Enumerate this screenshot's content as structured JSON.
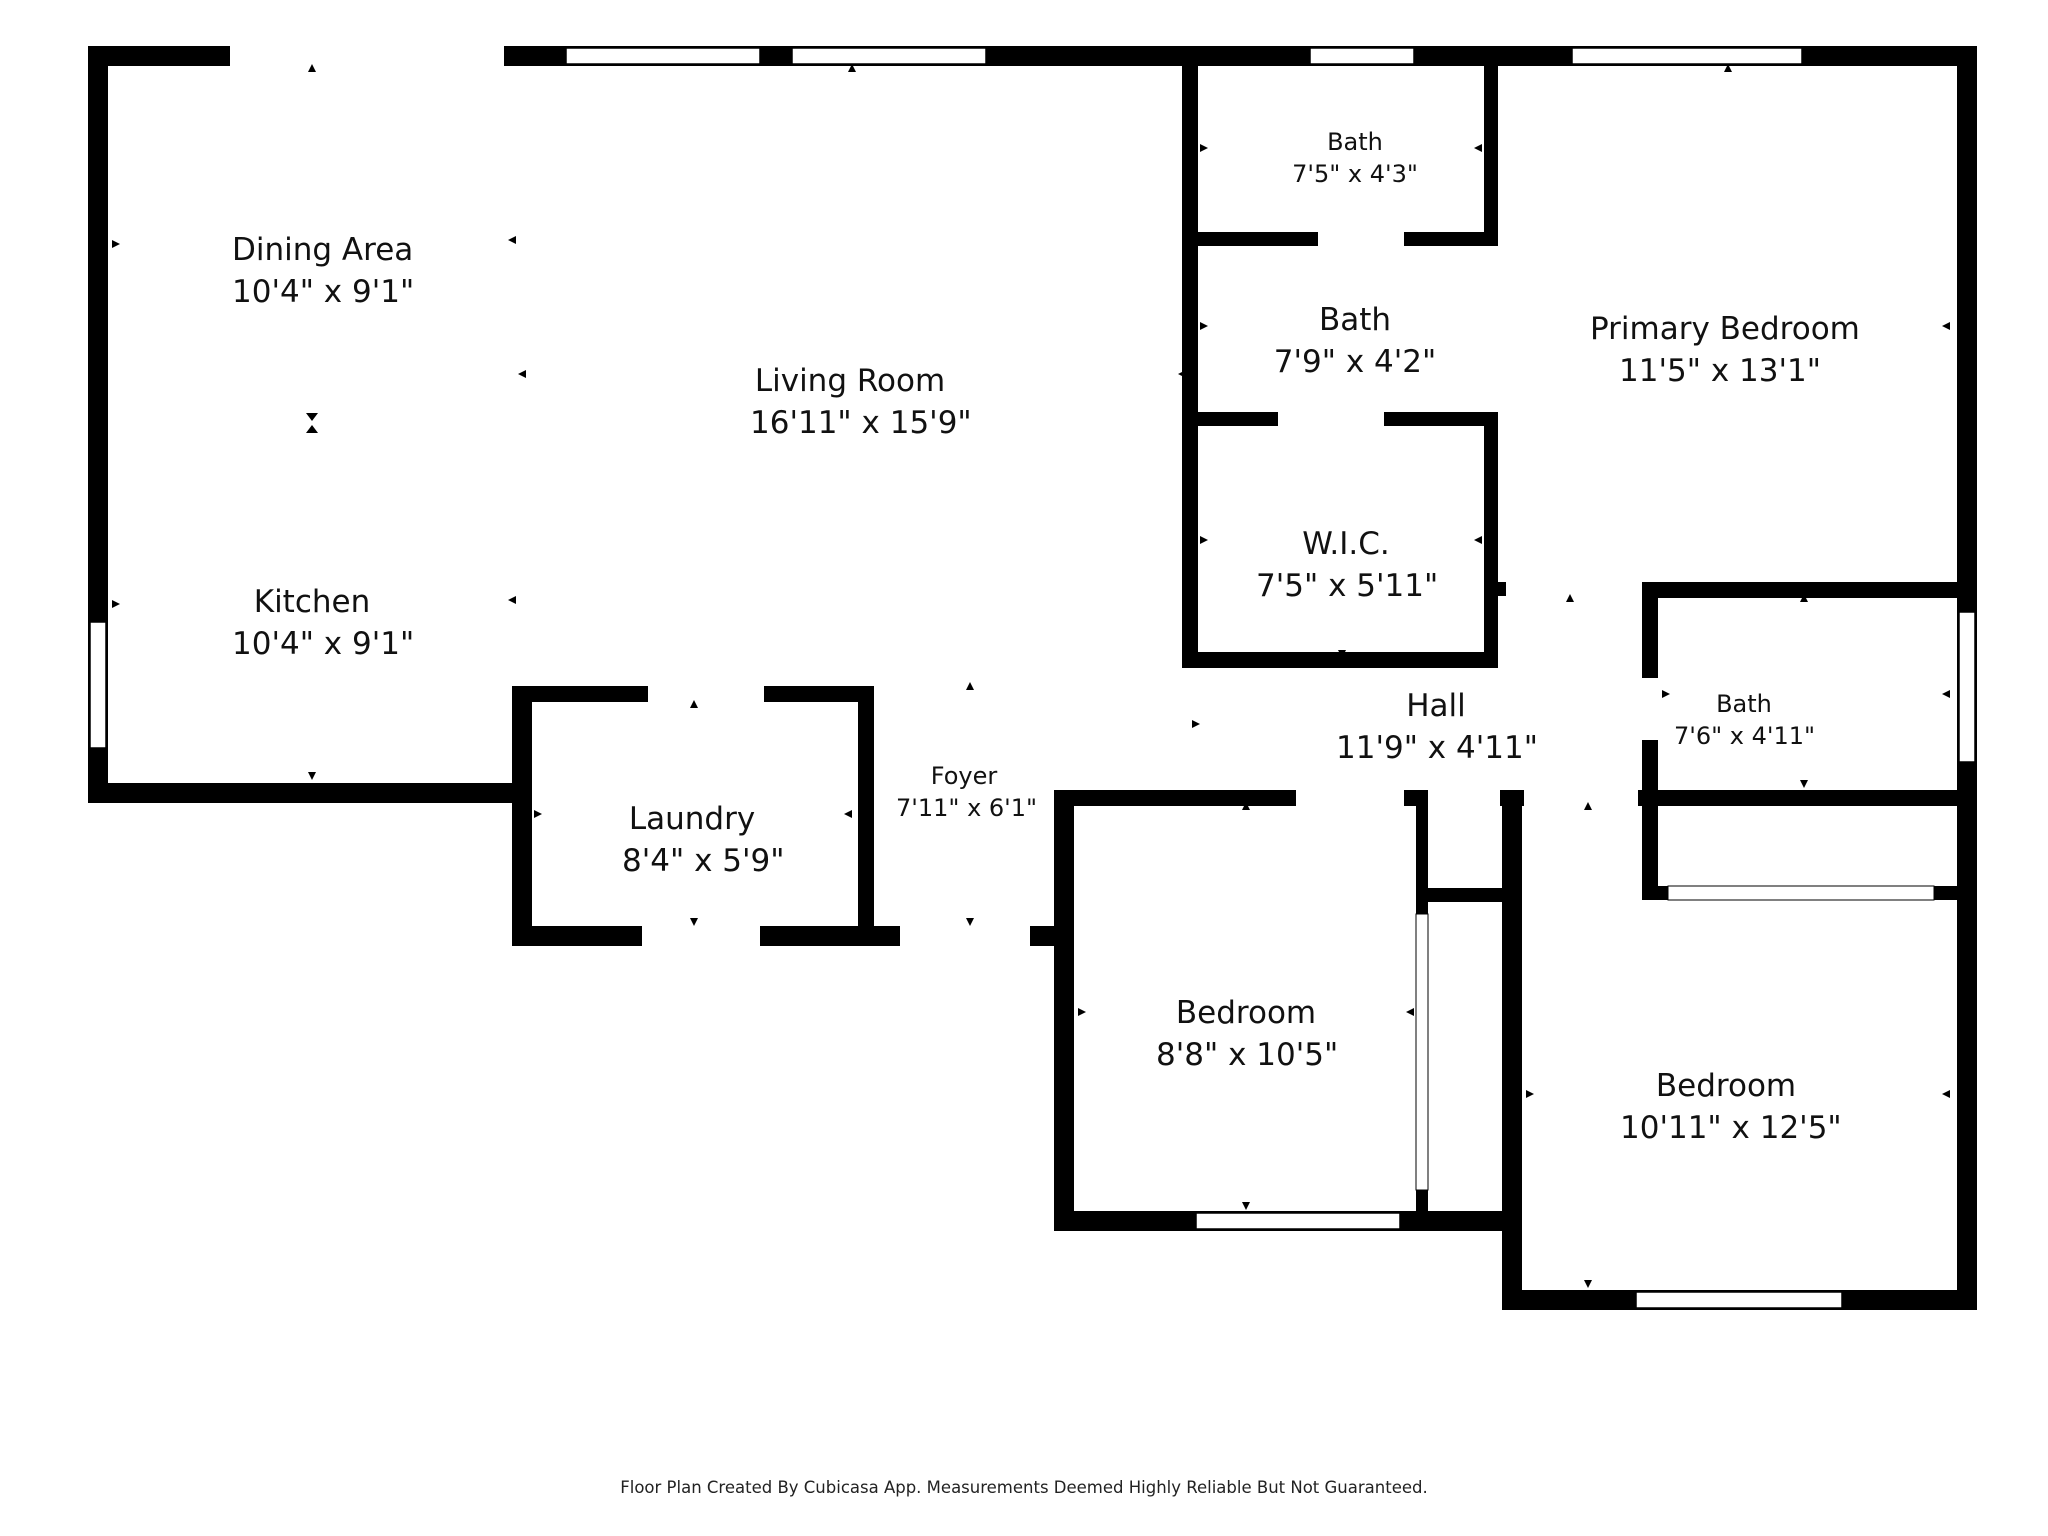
{
  "rooms": {
    "dining": {
      "name": "Dining Area",
      "dims": "10'4\" x 9'1\""
    },
    "living": {
      "name": "Living Room",
      "dims": "16'11\" x 15'9\""
    },
    "kitchen": {
      "name": "Kitchen",
      "dims": "10'4\" x 9'1\""
    },
    "laundry": {
      "name": "Laundry",
      "dims": "8'4\" x 5'9\""
    },
    "foyer": {
      "name": "Foyer",
      "dims": "7'11\" x 6'1\""
    },
    "bath_top": {
      "name": "Bath",
      "dims": "7'5\" x 4'3\""
    },
    "bath_mid": {
      "name": "Bath",
      "dims": "7'9\" x 4'2\""
    },
    "wic": {
      "name": "W.I.C.",
      "dims": "7'5\" x 5'11\""
    },
    "primary_bedroom": {
      "name": "Primary Bedroom",
      "dims": "11'5\" x 13'1\""
    },
    "hall": {
      "name": "Hall",
      "dims": "11'9\" x 4'11\""
    },
    "bath_right": {
      "name": "Bath",
      "dims": "7'6\" x 4'11\""
    },
    "bedroom_center": {
      "name": "Bedroom",
      "dims": "8'8\" x 10'5\""
    },
    "bedroom_right": {
      "name": "Bedroom",
      "dims": "10'11\" x 12'5\""
    }
  },
  "footer": "Floor Plan Created By Cubicasa App. Measurements Deemed Highly Reliable But Not Guaranteed.",
  "colors": {
    "wall": "#000000",
    "background": "#ffffff",
    "text": "#111111"
  }
}
